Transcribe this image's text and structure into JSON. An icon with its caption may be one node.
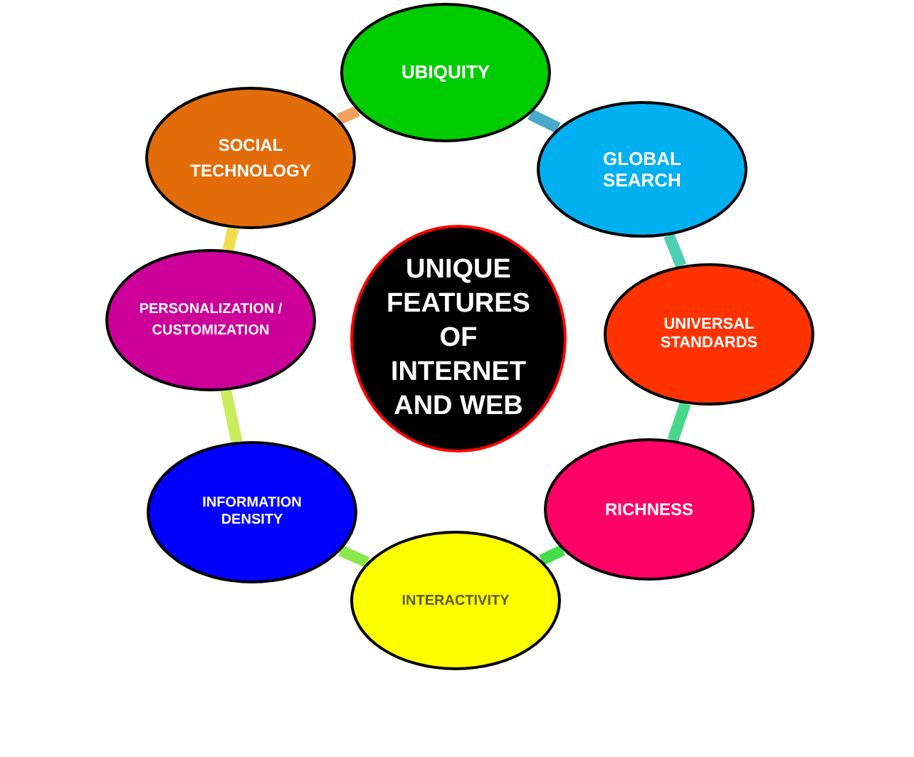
{
  "diagram": {
    "nodes": [
      {
        "text": [
          "UNIQUE FEATURES OF INTERNET AND WEB"
        ]
      },
      {
        "text": [
          "UBIQUITY"
        ]
      },
      {
        "text": [
          "GLOBAL SEARCH"
        ]
      },
      {
        "text": [
          "UNIVERSAL STANDARDS"
        ]
      },
      {
        "text": [
          "RICHNESS"
        ]
      },
      {
        "text": [
          "INTERACTIVITY"
        ]
      },
      {
        "text": [
          "INFORMATION DENSITY"
        ]
      },
      {
        "text": [
          "PERSONALIZATION / CUSTOMIZATION"
        ]
      },
      {
        "text": [
          "SOCIAL TECHNOLOGY"
        ]
      }
    ],
    "edges": [
      {
        "from": 1,
        "to": 2,
        "arrow": "none",
        "color": "#4aa8c8"
      },
      {
        "from": 2,
        "to": 3,
        "arrow": "none",
        "color": "#4ecfb4"
      },
      {
        "from": 3,
        "to": 4,
        "arrow": "none",
        "color": "#48d88c"
      },
      {
        "from": 4,
        "to": 5,
        "arrow": "none",
        "color": "#44dd4c"
      },
      {
        "from": 5,
        "to": 6,
        "arrow": "none",
        "color": "#88e84c"
      },
      {
        "from": 6,
        "to": 7,
        "arrow": "none",
        "color": "#c8ec5c"
      },
      {
        "from": 7,
        "to": 8,
        "arrow": "none",
        "color": "#f0dc4c"
      },
      {
        "from": 8,
        "to": 1,
        "arrow": "none",
        "color": "#f4a060"
      }
    ]
  }
}
